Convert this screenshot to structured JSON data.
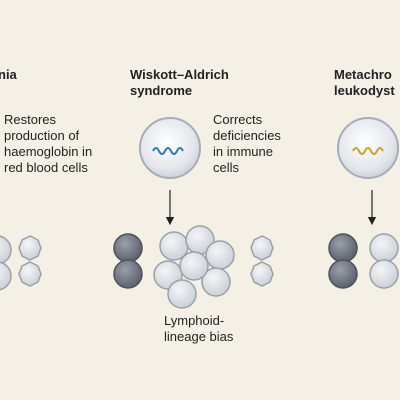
{
  "panels": [
    {
      "title": "nia",
      "description": "Restores\nproduction of\nhaemoglobin in\nred blood cells"
    },
    {
      "title": "Wiskott–Aldrich\nsyndrome",
      "description": "Corrects\ndeficiencies\nin immune\ncells",
      "caption": "Lymphoid-\nlineage bias",
      "transgene_color": "#2f79b5"
    },
    {
      "title": "Metachro\nleukodyst",
      "transgene_color": "#c9a435"
    }
  ],
  "colors": {
    "background": "#f4f0e6",
    "light_cell": "#dfe2e6",
    "dark_cell": "#6e7380",
    "stem_cell": "#e6e9ee"
  }
}
